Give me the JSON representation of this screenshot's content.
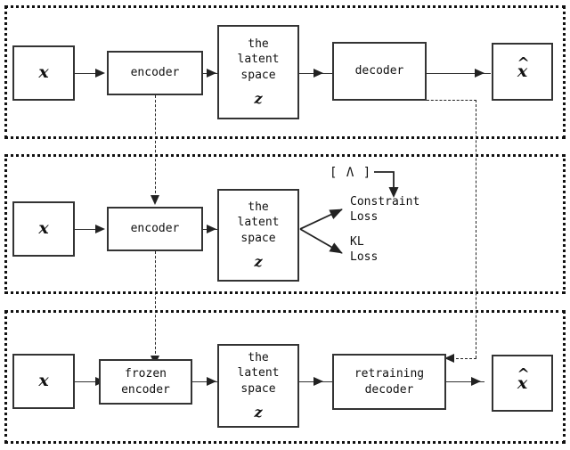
{
  "diagram": {
    "title": "Three-stage latent-space autoencoder training diagram",
    "panels": [
      {
        "id": "panel-pretrain",
        "name": "stage-1-autoencoder",
        "nodes": [
          {
            "id": "x-in",
            "name": "input-x-box",
            "lines": [
              "x"
            ]
          },
          {
            "id": "encoder",
            "name": "encoder-box",
            "lines": [
              "encoder"
            ]
          },
          {
            "id": "latent",
            "name": "latent-space-box",
            "lines": [
              "the",
              "latent",
              "space"
            ],
            "symbol": "z"
          },
          {
            "id": "decoder",
            "name": "decoder-box",
            "lines": [
              "decoder"
            ]
          },
          {
            "id": "xhat-out",
            "name": "output-xhat-box",
            "lines": [
              "x"
            ],
            "hat": "^"
          }
        ]
      },
      {
        "id": "panel-constrain",
        "name": "stage-2-latent-constraint",
        "nodes": [
          {
            "id": "x-in-2",
            "name": "input-x-box",
            "lines": [
              "x"
            ]
          },
          {
            "id": "encoder-2",
            "name": "encoder-box",
            "lines": [
              "encoder"
            ]
          },
          {
            "id": "latent-2",
            "name": "latent-space-box",
            "lines": [
              "the",
              "latent",
              "space"
            ],
            "symbol": "z"
          }
        ],
        "labels": [
          {
            "id": "lambda",
            "name": "lambda-bracket-label",
            "text": "[ Λ ]"
          },
          {
            "id": "constraint",
            "name": "constraint-loss-label",
            "line1": "Constraint",
            "line2": "Loss"
          },
          {
            "id": "kl",
            "name": "kl-loss-label",
            "line1": "KL",
            "line2": "Loss"
          }
        ]
      },
      {
        "id": "panel-retrain",
        "name": "stage-3-decoder-retraining",
        "nodes": [
          {
            "id": "x-in-3",
            "name": "input-x-box",
            "lines": [
              "x"
            ]
          },
          {
            "id": "frozen-enc",
            "name": "frozen-encoder-box",
            "lines": [
              "frozen",
              "encoder"
            ]
          },
          {
            "id": "latent-3",
            "name": "latent-space-box",
            "lines": [
              "the",
              "latent",
              "space"
            ],
            "symbol": "z"
          },
          {
            "id": "retrain-dec",
            "name": "retraining-decoder-box",
            "lines": [
              "retraining",
              "decoder"
            ]
          },
          {
            "id": "xhat-out-3",
            "name": "output-xhat-box",
            "lines": [
              "x"
            ],
            "hat": "^"
          }
        ]
      }
    ],
    "colors": {
      "stroke": "#333333",
      "panel_border": "#111111",
      "background": "#ffffff",
      "text": "#111111"
    }
  }
}
